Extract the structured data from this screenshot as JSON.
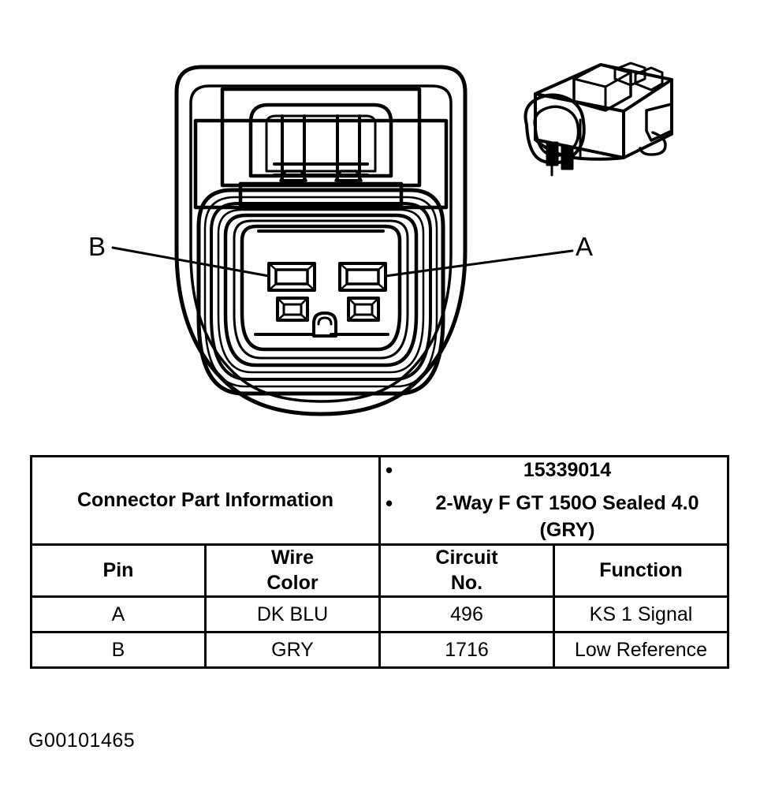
{
  "figure": {
    "caption": "G00101465",
    "callouts": [
      {
        "id": "B",
        "label": "B",
        "side": "left"
      },
      {
        "id": "A",
        "label": "A",
        "side": "right"
      }
    ],
    "views": [
      {
        "name": "front-face-view",
        "description": "2-way connector front face with terminal cavities A and B"
      },
      {
        "name": "isometric-view",
        "description": "Isometric view of sealed 2-way female connector"
      }
    ]
  },
  "table": {
    "part_info": {
      "label_line1": "Connector Part",
      "label_line2": "Information",
      "bullets": [
        "15339014",
        "2-Way F GT 150O Sealed 4.0 (GRY)"
      ]
    },
    "headers": {
      "pin": "Pin",
      "wire_color_line1": "Wire",
      "wire_color_line2": "Color",
      "circuit_no_line1": "Circuit",
      "circuit_no_line2": "No.",
      "function": "Function"
    },
    "rows": [
      {
        "pin": "A",
        "wire_color": "DK BLU",
        "circuit_no": "496",
        "function": "KS 1 Signal"
      },
      {
        "pin": "B",
        "wire_color": "GRY",
        "circuit_no": "1716",
        "function": "Low Reference"
      }
    ]
  },
  "colors": {
    "ink": "#000000",
    "paper": "#ffffff"
  }
}
